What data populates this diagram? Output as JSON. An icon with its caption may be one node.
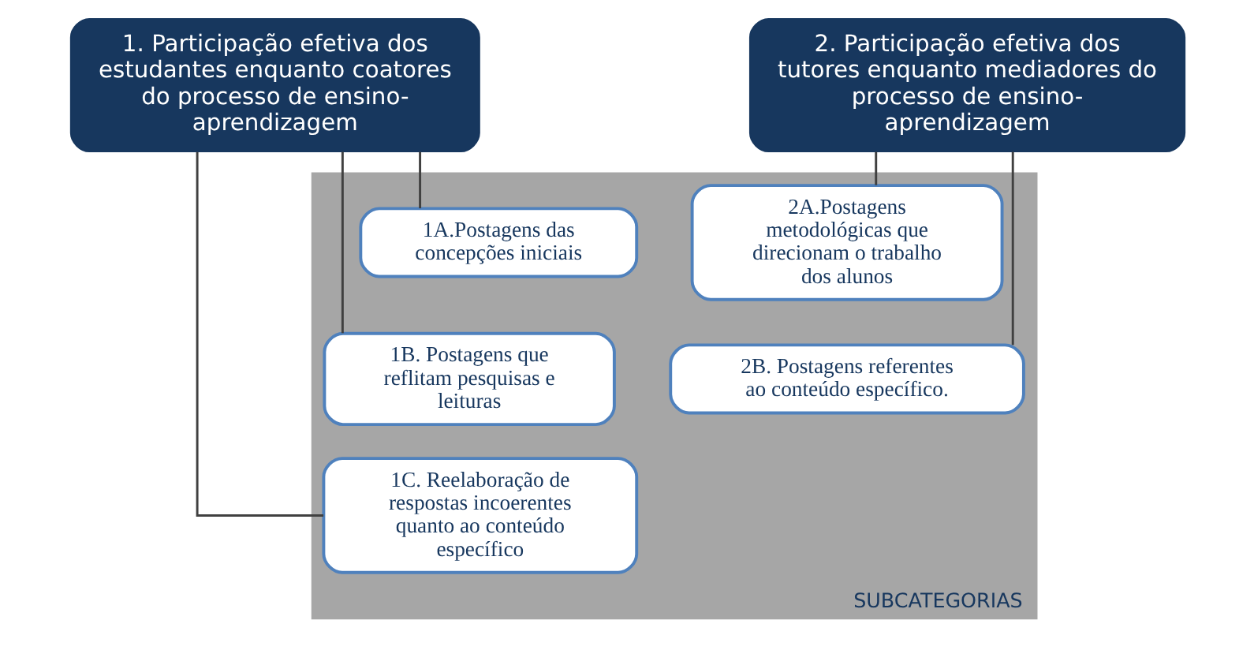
{
  "diagram": {
    "nodes": [
      {
        "text": [
          "1. Participação efetiva dos estudantes enquanto coatores do processo de ensino-aprendizagem"
        ]
      },
      {
        "text": [
          "2. Participação efetiva dos tutores enquanto mediadores do processo de ensino-aprendizagem"
        ]
      },
      {
        "text": [
          "SUBCATEGORIAS"
        ]
      },
      {
        "text": [
          "1A.Postagens das concepções iniciais"
        ],
        "in": 2
      },
      {
        "text": [
          "1B. Postagens que reflitam pesquisas e leituras"
        ],
        "in": 2
      },
      {
        "text": [
          "1C. Reelaboração de respostas incoerentes quanto ao conteúdo específico"
        ],
        "in": 2
      },
      {
        "text": [
          "2A.Postagens metodológicas que direcionam o trabalho dos alunos"
        ],
        "in": 2
      },
      {
        "text": [
          "2B. Postagens referentes ao conteúdo específico."
        ],
        "in": 2
      }
    ],
    "edges": [
      {
        "from": 0,
        "to": 3,
        "arrow": "none"
      },
      {
        "from": 0,
        "to": 4,
        "arrow": "none"
      },
      {
        "from": 0,
        "to": 5,
        "arrow": "none"
      },
      {
        "from": 1,
        "to": 6,
        "arrow": "none"
      },
      {
        "from": 1,
        "to": 7,
        "arrow": "none"
      }
    ]
  }
}
